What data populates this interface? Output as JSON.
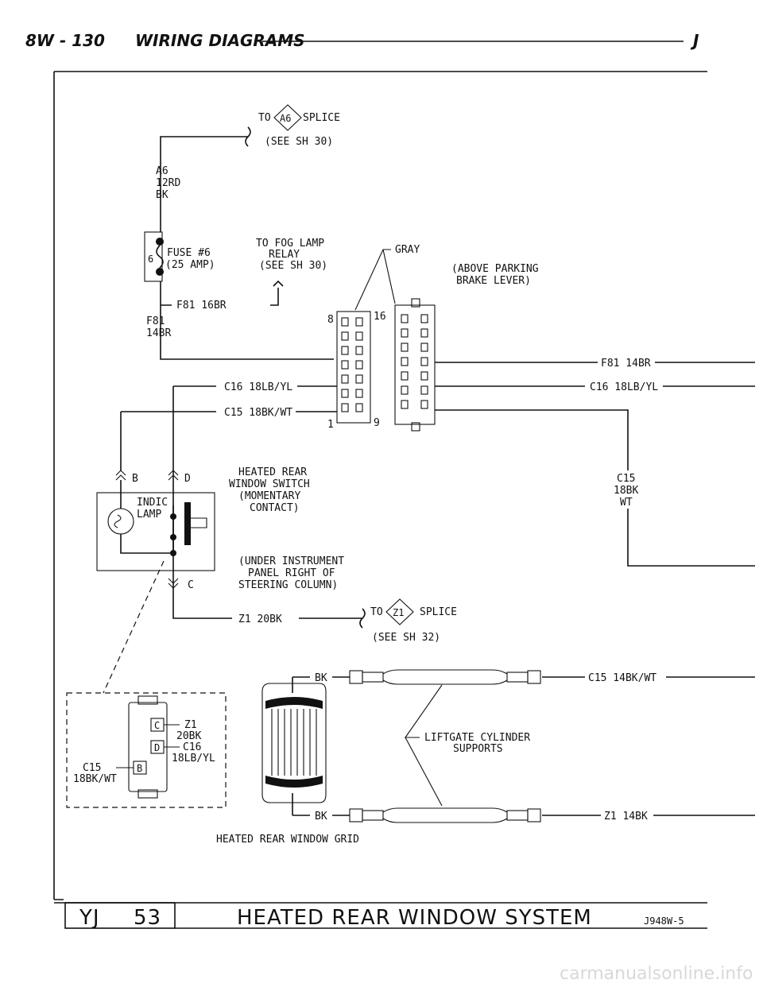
{
  "header": {
    "page": "8W - 130",
    "title": "WIRING DIAGRAMS",
    "section": "J"
  },
  "splice_top": {
    "to": "TO",
    "id": "A6",
    "splice": "SPLICE",
    "see": "(SEE SH 30)"
  },
  "wire_a6": [
    "A6",
    "12RD",
    "BK"
  ],
  "fuse": {
    "num": "6",
    "line1": "FUSE #6",
    "line2": "(25 AMP)"
  },
  "fog_relay": [
    "TO FOG LAMP",
    "RELAY",
    "(SEE SH 30)"
  ],
  "wire_f81_16": "F81 16BR",
  "wire_f81_14": [
    "F81",
    "14BR"
  ],
  "gray": "GRAY",
  "location_connector": [
    "(ABOVE PARKING",
    "BRAKE LEVER)"
  ],
  "connector_pins": {
    "p8": "8",
    "p16": "16",
    "p1": "1",
    "p9": "9"
  },
  "wires_left": {
    "c16": "C16 18LB/YL",
    "c15": "C15 18BK/WT"
  },
  "wires_right": {
    "f81": "F81 14BR",
    "c16": "C16 18LB/YL"
  },
  "wire_c15_right": [
    "C15",
    "18BK",
    "WT"
  ],
  "switch": {
    "term_b": "B",
    "term_d": "D",
    "term_c": "C",
    "indic": [
      "INDIC",
      "LAMP"
    ],
    "title": [
      "HEATED REAR",
      "WINDOW SWITCH",
      "(MOMENTARY",
      "CONTACT)"
    ],
    "location": [
      "(UNDER INSTRUMENT",
      "PANEL RIGHT OF",
      "STEERING COLUMN)"
    ]
  },
  "wire_z1": "Z1 20BK",
  "splice_z1": {
    "to": "TO",
    "id": "Z1",
    "splice": "SPLICE",
    "see": "(SEE SH 32)"
  },
  "grid": {
    "bk_top": "BK",
    "bk_bottom": "BK",
    "wire_top": "C15 14BK/WT",
    "wire_bottom": "Z1 14BK",
    "supports": [
      "LIFTGATE CYLINDER",
      "SUPPORTS"
    ],
    "label": "HEATED REAR WINDOW GRID"
  },
  "inset": {
    "pin_c": "C",
    "pin_d": "D",
    "pin_b": "B",
    "z1": [
      "Z1",
      "20BK"
    ],
    "c16": [
      "C16",
      "18LB/YL"
    ],
    "c15": [
      "C15",
      "18BK/WT"
    ]
  },
  "footer": {
    "model": "YJ",
    "num": "53",
    "title": "HEATED REAR WINDOW SYSTEM",
    "code": "J948W-5"
  },
  "watermark": "carmanualsonline.info"
}
